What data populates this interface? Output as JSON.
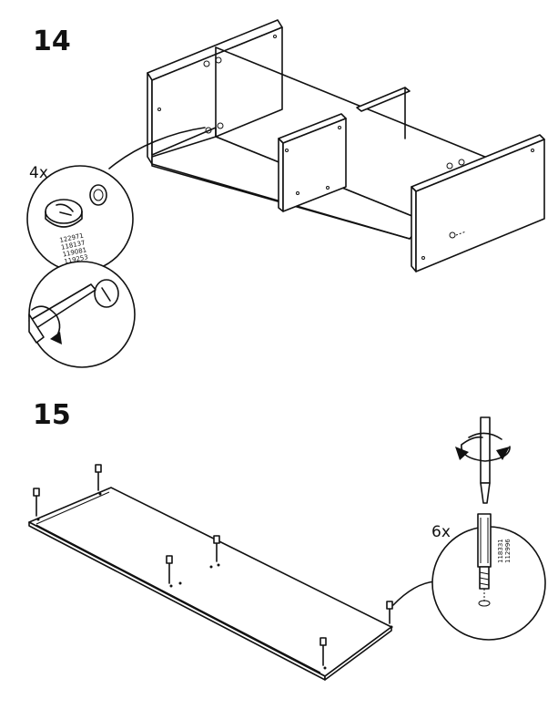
{
  "steps": [
    {
      "number": "14",
      "callouts": [
        {
          "quantity": "4x",
          "part_numbers": [
            "122971",
            "118137",
            "119081",
            "119253"
          ]
        },
        {
          "tool": "screwdriver-icon"
        }
      ]
    },
    {
      "number": "15",
      "callouts": [
        {
          "quantity": "6x",
          "part_numbers": [
            "118331",
            "112996"
          ],
          "tool": "screwdriver-icon"
        }
      ]
    }
  ],
  "colors": {
    "line": "#111111",
    "background": "#ffffff"
  }
}
